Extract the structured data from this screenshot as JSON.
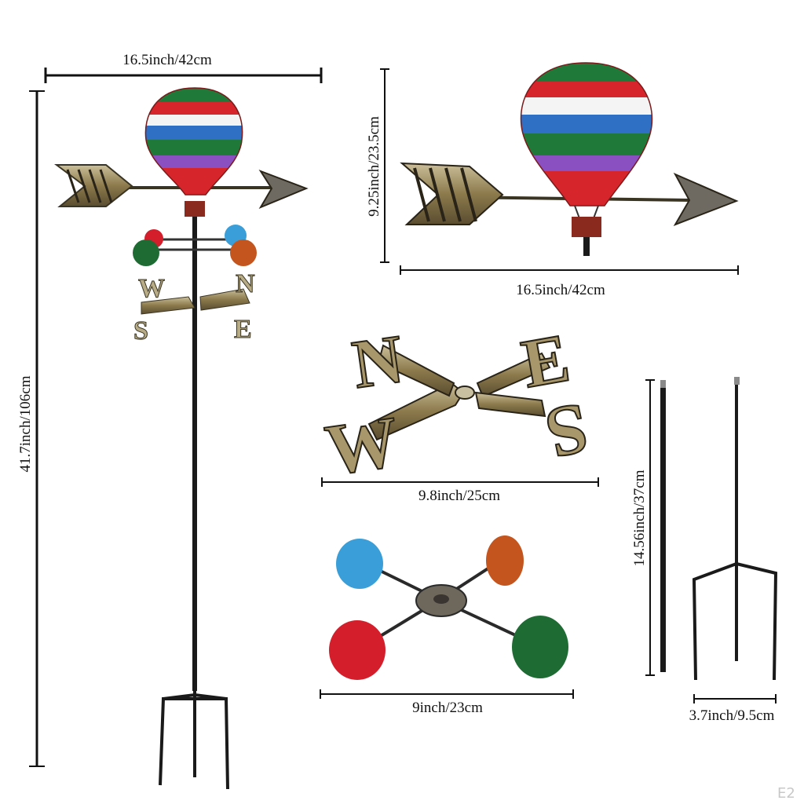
{
  "dimensions": {
    "assembled_width": "16.5inch/42cm",
    "assembled_height": "41.7inch/106cm",
    "topper_height": "9.25inch/23.5cm",
    "topper_width": "16.5inch/42cm",
    "directionals_width": "9.8inch/25cm",
    "cups_width": "9inch/23cm",
    "stake_height": "14.56inch/37cm",
    "stake_fork_width": "3.7inch/9.5cm"
  },
  "compass_letters": {
    "north": "N",
    "east": "E",
    "south": "S",
    "west": "W"
  },
  "watermark": "E2",
  "colors": {
    "balloon_stripes": [
      "#1f7a3a",
      "#d7262b",
      "#f4f4f4",
      "#2f6fc4",
      "#1f7a3a",
      "#8a4fc0",
      "#d7262b"
    ],
    "cup_blue": "#3a9fd8",
    "cup_orange": "#c4551f",
    "cup_red": "#d41e2b",
    "cup_green": "#1f6b34",
    "metal_gold": "#a08a55",
    "pole": "#1a1a1a",
    "basket": "#8a2a1e"
  }
}
